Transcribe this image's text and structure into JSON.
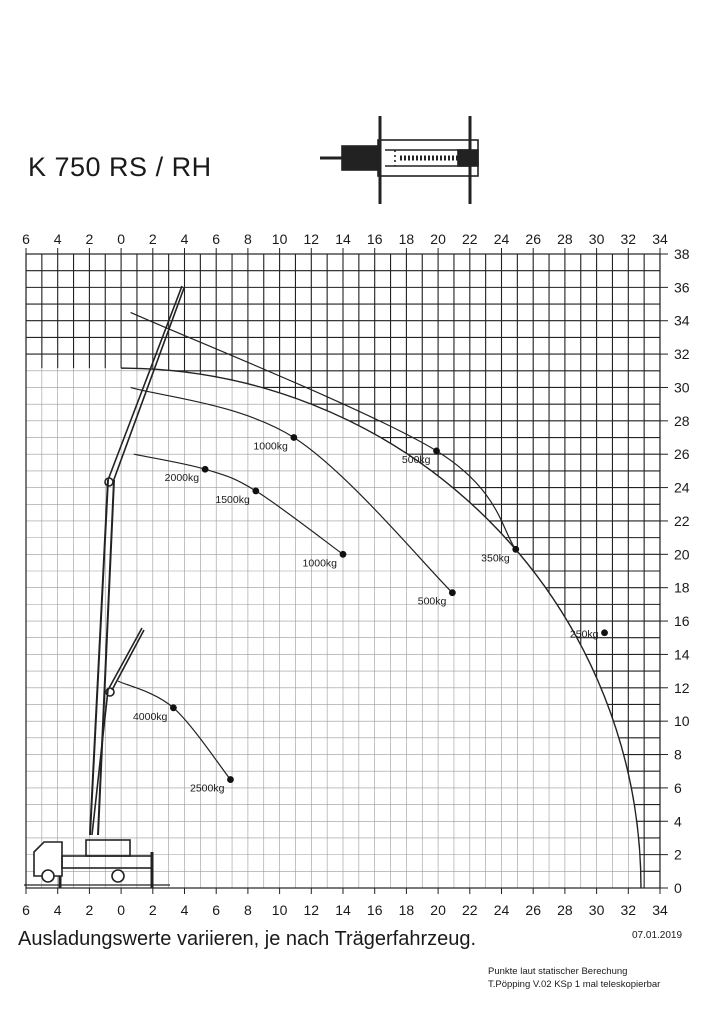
{
  "header": {
    "title": "K 750 RS / RH"
  },
  "notes": {
    "main": "Ausladungswerte variieren, je nach Trägerfahrzeug.",
    "date": "07.01.2019",
    "footer_line1": "Punkte laut statischer Berechung",
    "footer_line2": "T.Pöpping V.02 KSp 1 mal teleskopierbar"
  },
  "chart_data": {
    "type": "load-chart",
    "x_ticks": [
      "6",
      "4",
      "2",
      "0",
      "2",
      "4",
      "6",
      "8",
      "10",
      "12",
      "14",
      "16",
      "18",
      "20",
      "22",
      "24",
      "26",
      "28",
      "30",
      "32",
      "34"
    ],
    "y_ticks": [
      "0",
      "2",
      "4",
      "6",
      "8",
      "10",
      "12",
      "14",
      "16",
      "18",
      "20",
      "22",
      "24",
      "26",
      "28",
      "30",
      "32",
      "34",
      "36",
      "38"
    ],
    "xlim": [
      -6,
      34
    ],
    "ylim": [
      0,
      38
    ],
    "grid": true,
    "curves": [
      {
        "start": [
          0.6,
          34.5
        ],
        "points": [
          {
            "x": 19.9,
            "y": 26.2,
            "label": "500kg"
          },
          {
            "x": 24.9,
            "y": 20.3,
            "label": "350kg"
          }
        ]
      },
      {
        "start": [
          0.6,
          30.0
        ],
        "points": [
          {
            "x": 10.9,
            "y": 27.0,
            "label": "1000kg"
          },
          {
            "x": 20.9,
            "y": 17.7,
            "label": "500kg"
          }
        ]
      },
      {
        "start": [
          0.8,
          26.0
        ],
        "points": [
          {
            "x": 5.3,
            "y": 25.1,
            "label": "2000kg"
          },
          {
            "x": 8.5,
            "y": 23.8,
            "label": "1500kg"
          },
          {
            "x": 14.0,
            "y": 20.0,
            "label": "1000kg"
          }
        ]
      },
      {
        "start": [
          -0.2,
          12.4
        ],
        "points": [
          {
            "x": 3.3,
            "y": 10.8,
            "label": "4000kg"
          },
          {
            "x": 6.9,
            "y": 6.5,
            "label": "2500kg"
          }
        ]
      }
    ],
    "envelope": [
      {
        "x": 30.5,
        "y": 15.3,
        "label": "250kg"
      }
    ],
    "envelope_radius_max": 32.8
  },
  "icons": {
    "crane_top_view": "crane-top-view-icon",
    "truck": "truck-icon",
    "boom": "boom-arm-icon"
  }
}
